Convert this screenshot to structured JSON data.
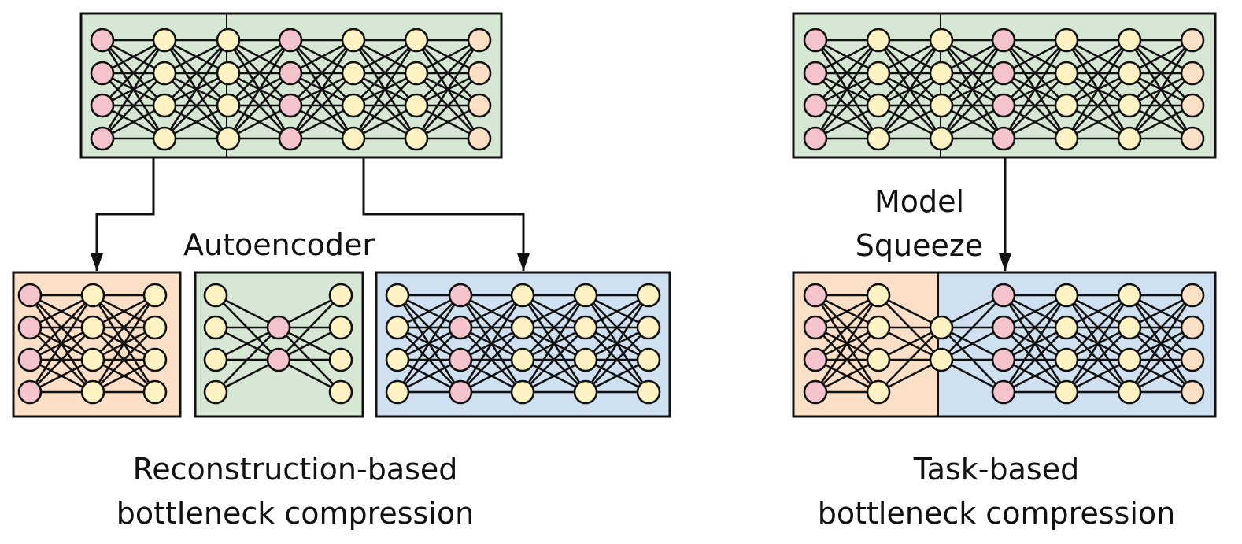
{
  "colors": {
    "panel_green": "#d6e7d3",
    "panel_orange": "#fbe0c7",
    "panel_blue": "#cfe0f1",
    "node_pink": "#f4c3cb",
    "node_yellow": "#fff3c4",
    "node_peach": "#fce0c5",
    "stroke": "#111111"
  },
  "labels": {
    "autoencoder": "Autoencoder",
    "model_squeeze_line1": "Model",
    "model_squeeze_line2": "Squeeze",
    "left_caption_line1": "Reconstruction-based",
    "left_caption_line2": "bottleneck compression",
    "right_caption_line1": "Task-based",
    "right_caption_line2": "bottleneck compression"
  }
}
